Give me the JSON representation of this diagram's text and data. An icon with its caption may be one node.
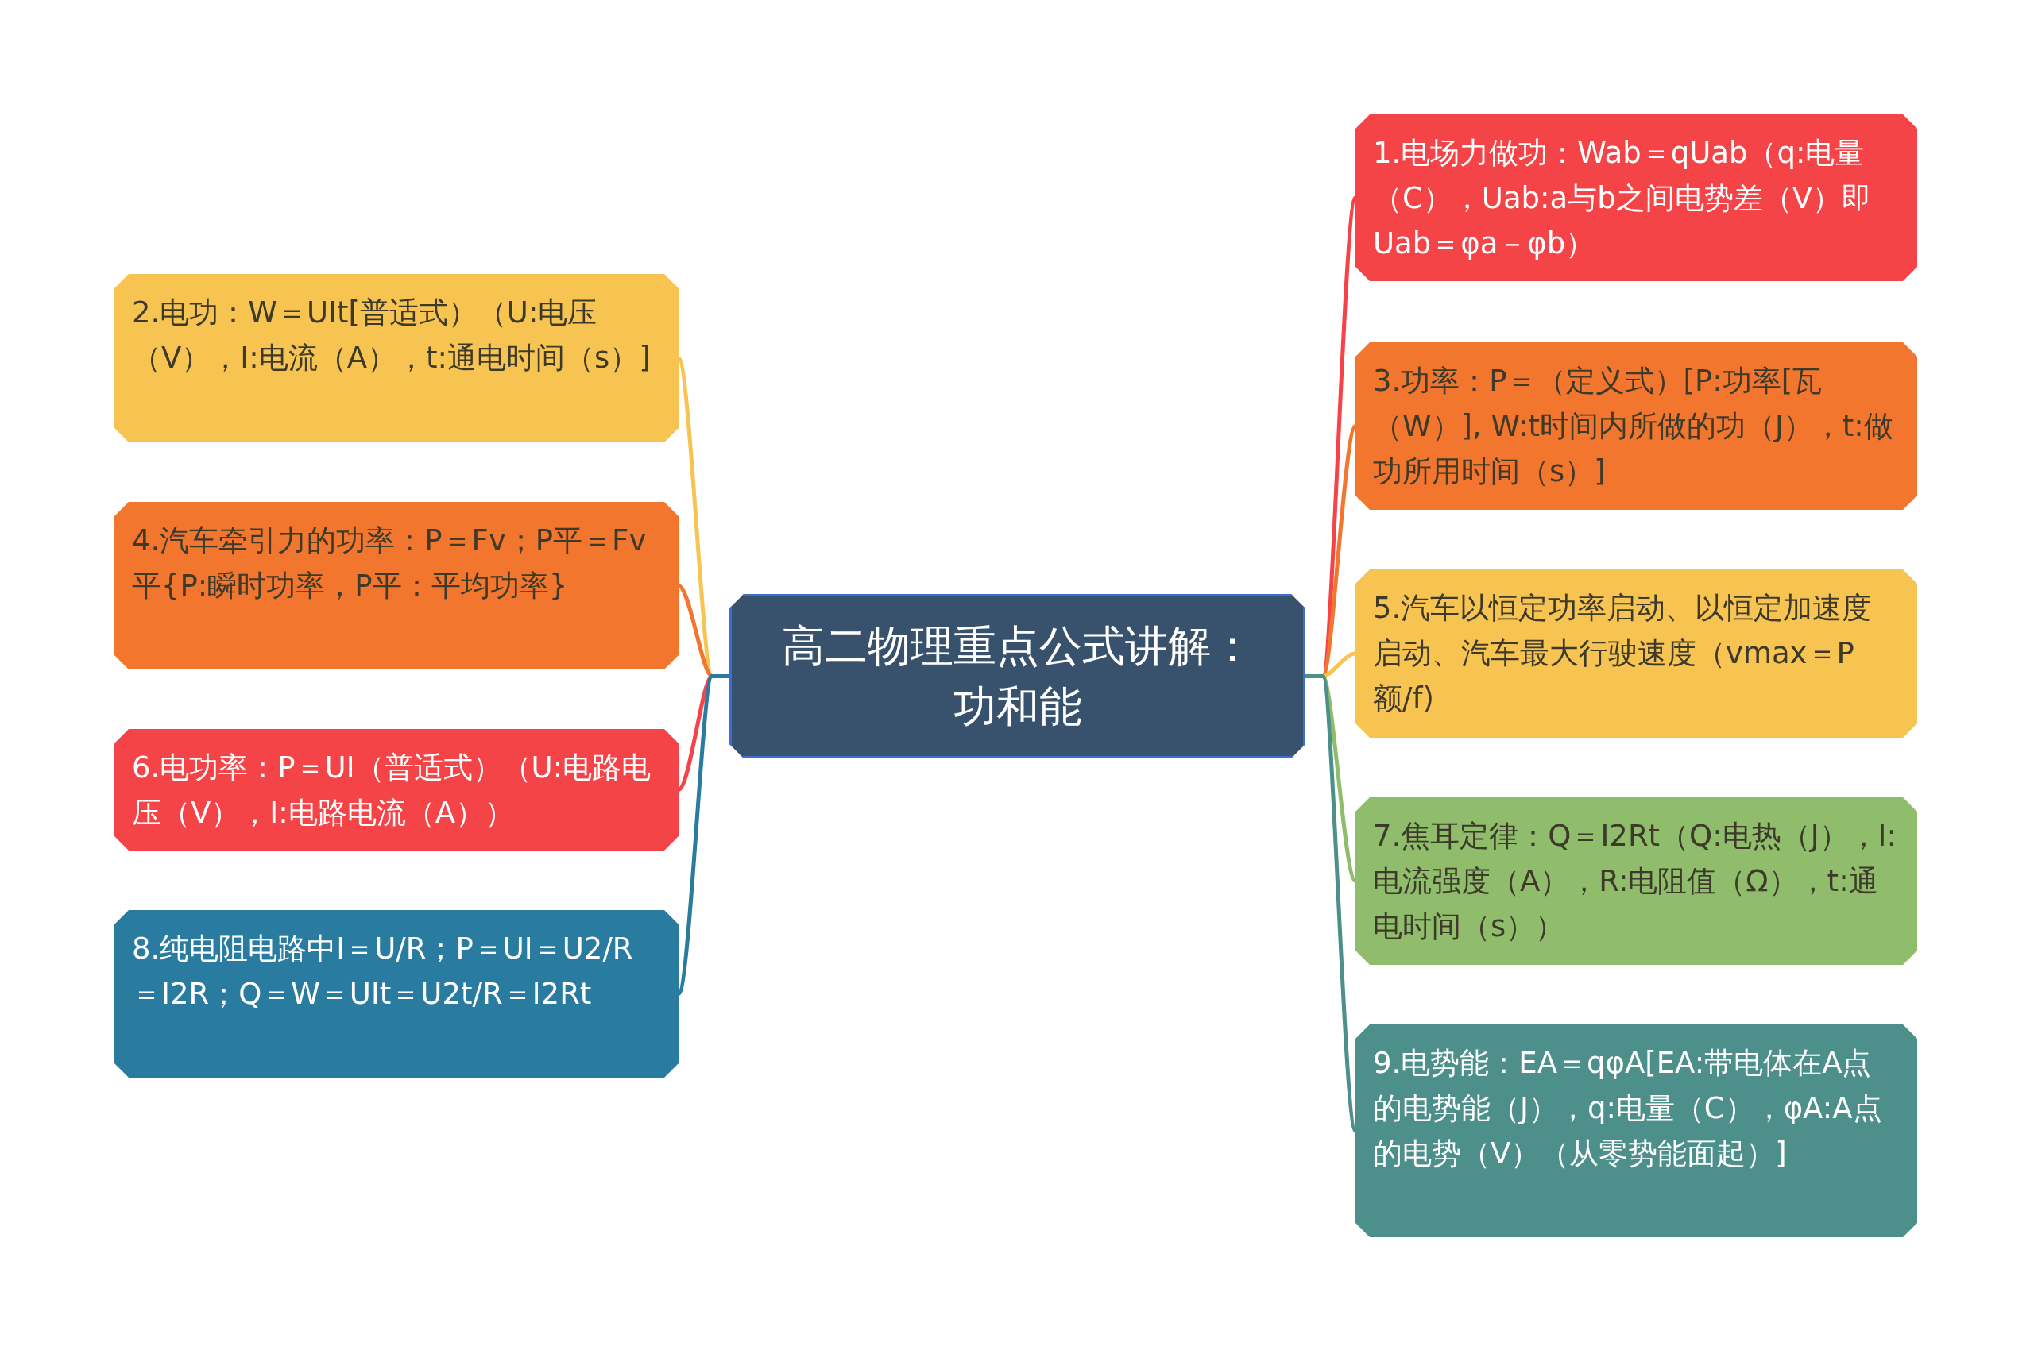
{
  "diagram": {
    "nodes": [
      {
        "text": [
          "高二物理重点公式讲解：功和能"
        ]
      },
      {
        "text": [
          "1.电场力做功：Wab＝qUab（q:电量（C），Uab:a与b之间电势差（V）即Uab＝φa－φb）"
        ]
      },
      {
        "text": [
          "2.电功：W＝UIt[普适式）（U:电压（V），I:电流（A），t:通电时间（s）]"
        ]
      },
      {
        "text": [
          "3.功率：P＝（定义式）[P:功率[瓦（W）], W:t时间内所做的功（J），t:做功所用时间（s）]"
        ]
      },
      {
        "text": [
          "4.汽车牵引力的功率：P＝Fv；P平＝Fv平{P:瞬时功率，P平：平均功率}"
        ]
      },
      {
        "text": [
          "5.汽车以恒定功率启动、以恒定加速度启动、汽车最大行驶速度（vmax＝P额/f)"
        ]
      },
      {
        "text": [
          "6.电功率：P＝UI（普适式）（U:电路电压（V），I:电路电流（A））"
        ]
      },
      {
        "text": [
          "7.焦耳定律：Q＝I2Rt（Q:电热（J），I:电流强度（A），R:电阻值（Ω），t:通电时间（s））"
        ]
      },
      {
        "text": [
          "8.纯电阻电路中I＝U/R；P＝UI＝U2/R＝I2R；Q＝W＝UIt＝U2t/R＝I2Rt"
        ]
      },
      {
        "text": [
          "9.电势能：EA＝qφA[EA:带电体在A点的电势能（J），q:电量（C），φA:A点的电势（V）（从零势能面起）]"
        ]
      }
    ],
    "edges": [
      {
        "from": 0,
        "to": 1,
        "arrow": "none",
        "color": "#f44448"
      },
      {
        "from": 0,
        "to": 2,
        "arrow": "none",
        "color": "#f7c452"
      },
      {
        "from": 0,
        "to": 3,
        "arrow": "none",
        "color": "#f2762e"
      },
      {
        "from": 0,
        "to": 4,
        "arrow": "none",
        "color": "#f2762e"
      },
      {
        "from": 0,
        "to": 5,
        "arrow": "none",
        "color": "#f7c452"
      },
      {
        "from": 0,
        "to": 6,
        "arrow": "none",
        "color": "#f44448"
      },
      {
        "from": 0,
        "to": 7,
        "arrow": "none",
        "color": "#8fbd6c"
      },
      {
        "from": 0,
        "to": 8,
        "arrow": "none",
        "color": "#2a7ba0"
      },
      {
        "from": 0,
        "to": 9,
        "arrow": "none",
        "color": "#4d8f8a"
      }
    ]
  }
}
